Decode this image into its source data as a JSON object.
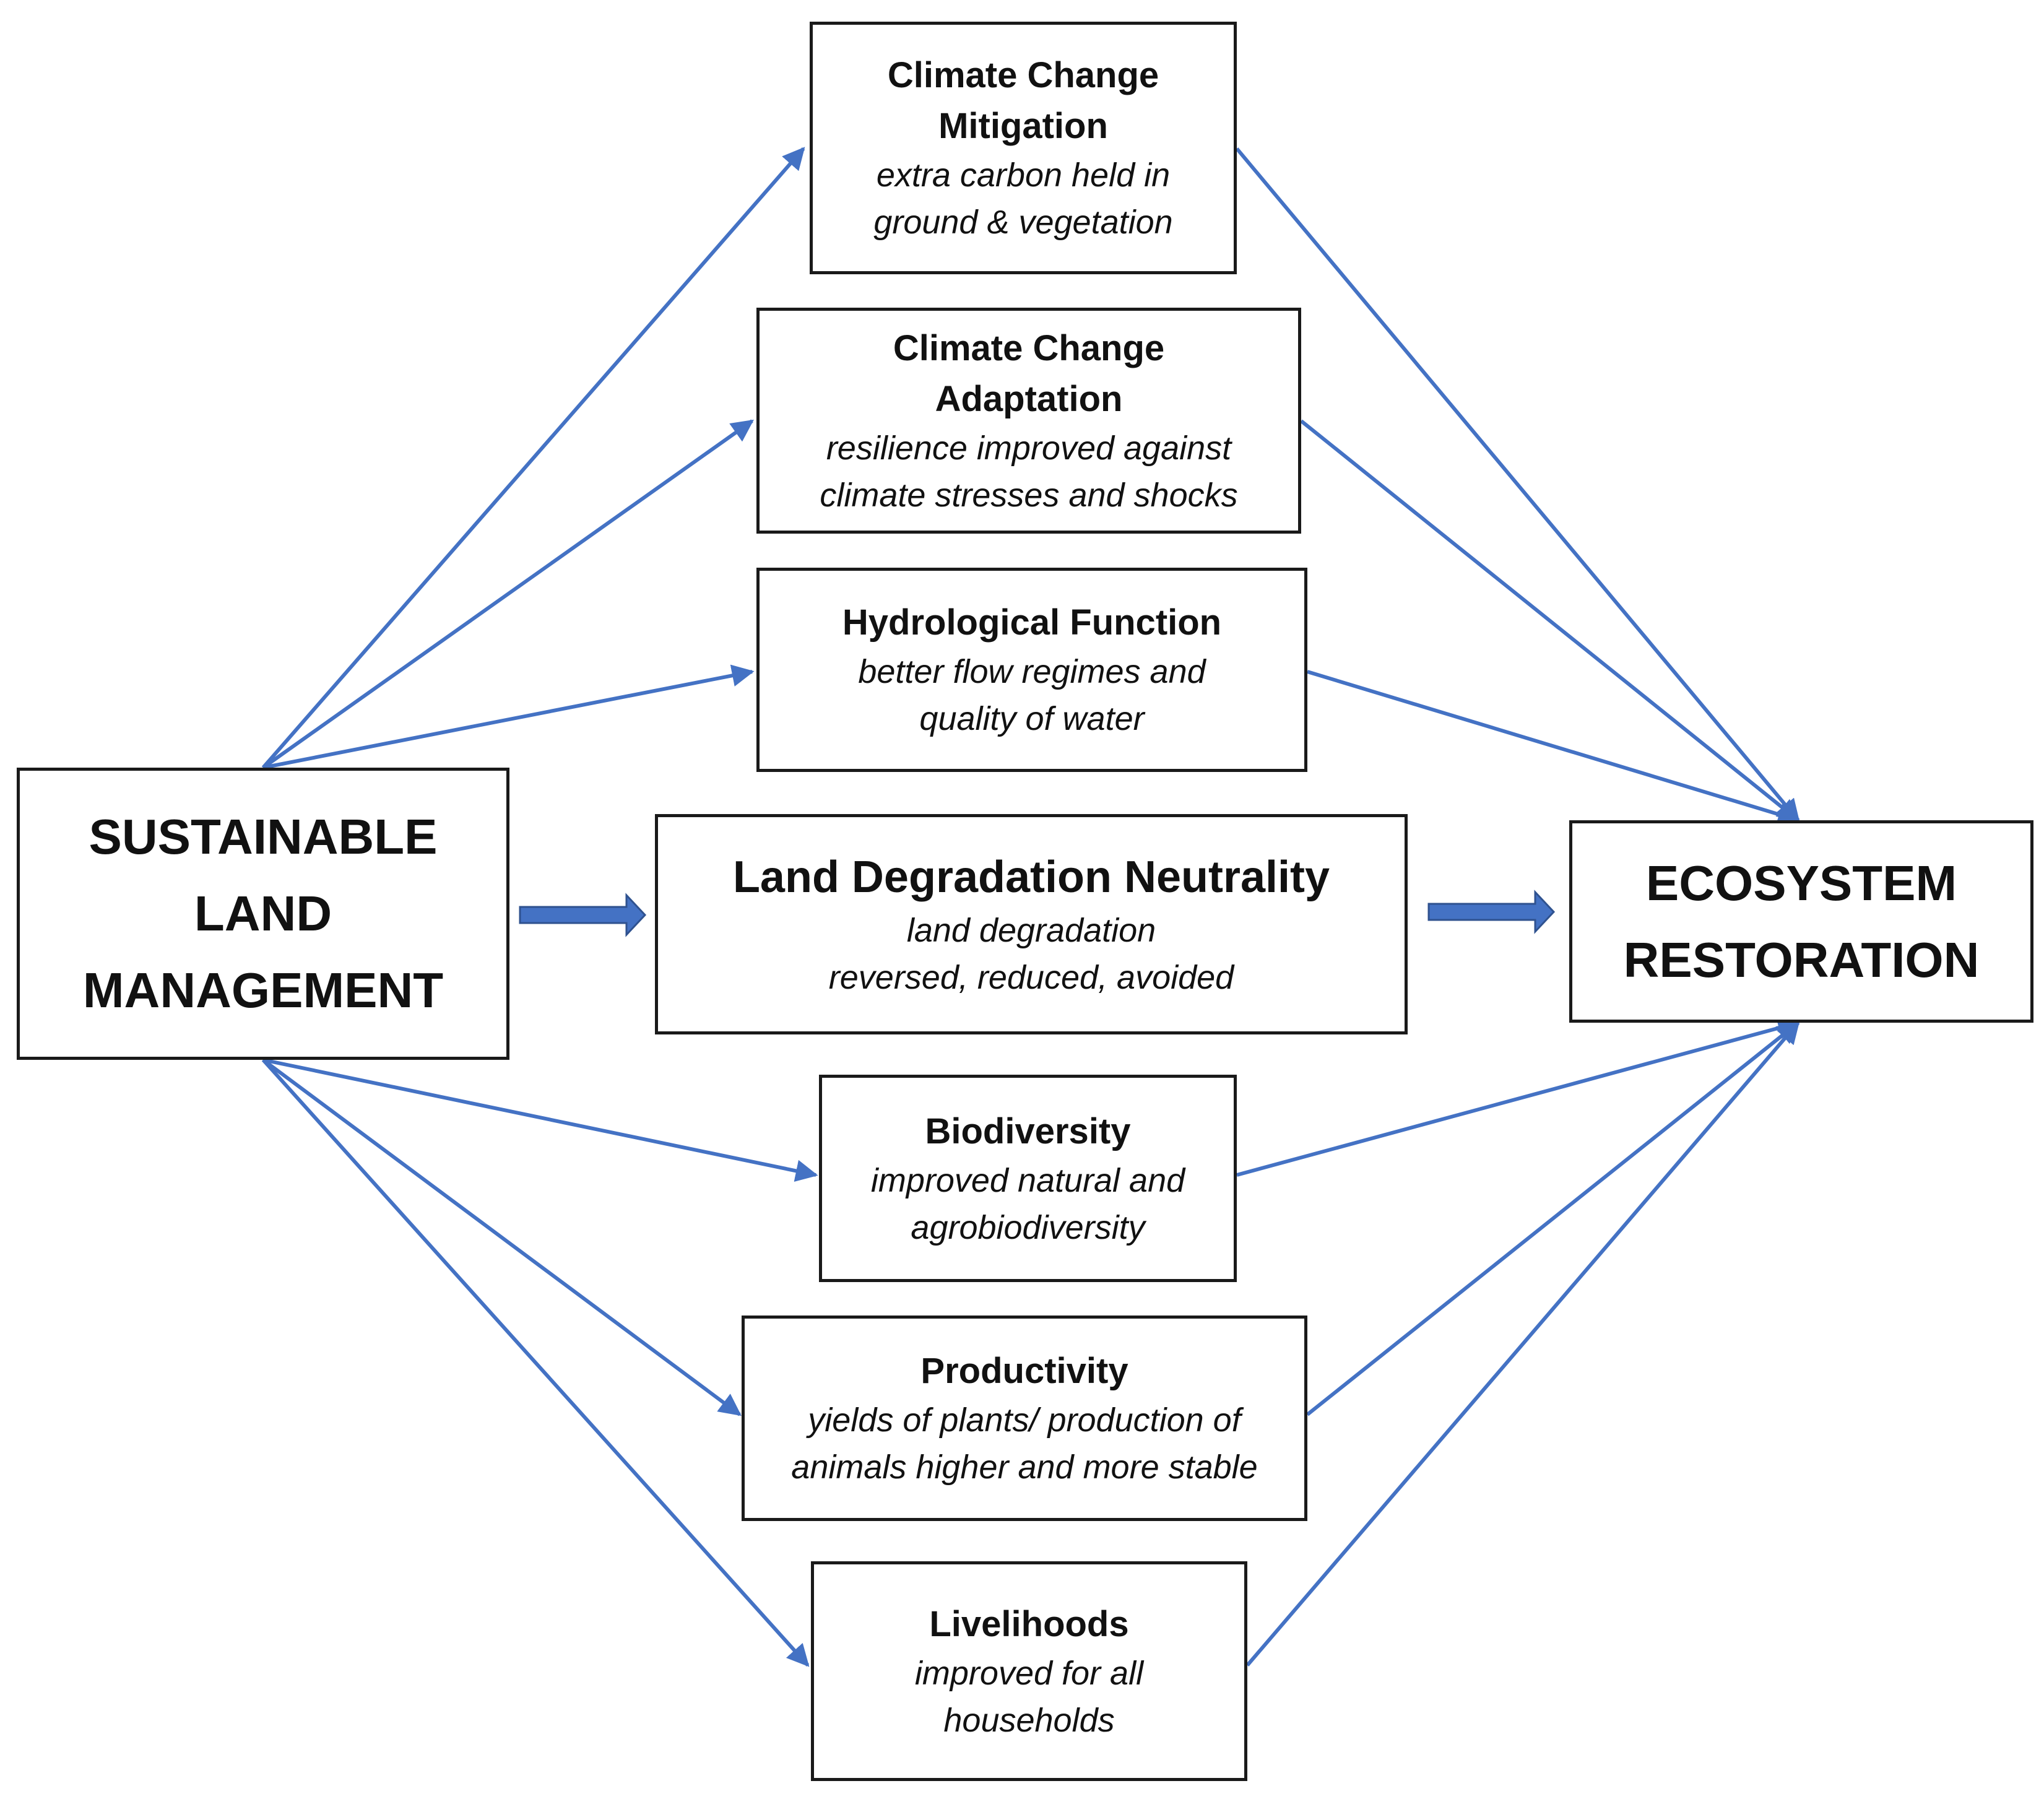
{
  "source": {
    "line1": "SUSTAINABLE",
    "line2": "LAND",
    "line3": "MANAGEMENT"
  },
  "target": {
    "line1": "ECOSYSTEM",
    "line2": "RESTORATION"
  },
  "center": {
    "title": "Land Degradation Neutrality",
    "desc1": "land degradation",
    "desc2": "reversed, reduced, avoided"
  },
  "benefits": [
    {
      "title1": "Climate Change",
      "title2": "Mitigation",
      "desc1": "extra carbon held in",
      "desc2": "ground & vegetation"
    },
    {
      "title1": "Climate Change",
      "title2": "Adaptation",
      "desc1": "resilience improved against",
      "desc2": "climate stresses and shocks"
    },
    {
      "title1": "Hydrological Function",
      "desc1": "better flow regimes and",
      "desc2": "quality of water"
    },
    {
      "title1": "Biodiversity",
      "desc1": "improved natural and",
      "desc2": "agrobiodiversity"
    },
    {
      "title1": "Productivity",
      "desc1": "yields of plants/ production of",
      "desc2": "animals higher and more stable"
    },
    {
      "title1": "Livelihoods",
      "desc1": "improved for all",
      "desc2": "households"
    }
  ],
  "colors": {
    "arrow": "#4472C4",
    "arrow_dark": "#2F528F",
    "border": "#1a1a1a"
  }
}
